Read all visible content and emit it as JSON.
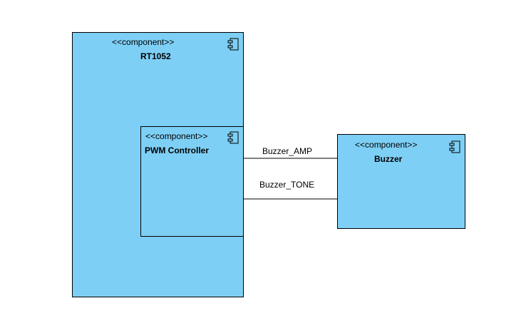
{
  "diagram": {
    "fill_color": "#7ecff5",
    "border_color": "#000000",
    "components": {
      "rt1052": {
        "stereotype": "<<component>>",
        "name": "RT1052",
        "icon": "component-icon"
      },
      "pwm": {
        "stereotype": "<<component>>",
        "name": "PWM Controller",
        "icon": "component-icon"
      },
      "buzzer": {
        "stereotype": "<<component>>",
        "name": "Buzzer",
        "icon": "component-icon"
      }
    },
    "connectors": [
      {
        "label": "Buzzer_AMP",
        "from": "PWM Controller",
        "to": "Buzzer"
      },
      {
        "label": "Buzzer_TONE",
        "from": "PWM Controller",
        "to": "Buzzer"
      }
    ]
  }
}
